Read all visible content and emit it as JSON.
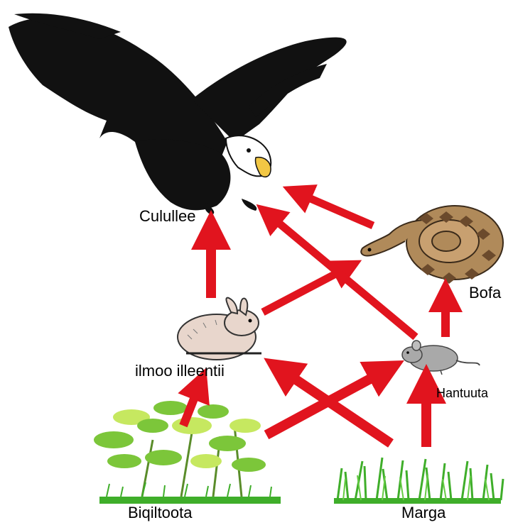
{
  "labels": {
    "eagle": "Culullee",
    "snake": "Bofa",
    "rabbit": "ilmoo illeentii",
    "mouse": "Hantuuta",
    "plant": "Biqiltoota",
    "grass": "Marga"
  },
  "colors": {
    "arrow": "#e1141e",
    "eagle_body": "#111111",
    "eagle_head": "#ffffff",
    "beak": "#f2c744",
    "snake_body": "#b08a5a",
    "snake_pattern": "#6b4a2c",
    "rabbit": "#e8d6cc",
    "mouse": "#a9a9a9",
    "plant_leaf": "#7cc63a",
    "plant_leaf_light": "#c6e860",
    "grass": "#3fae2a"
  },
  "icons": [
    "eagle-illustration",
    "snake-illustration",
    "rabbit-illustration",
    "mouse-illustration",
    "plant-illustration",
    "grass-illustration"
  ]
}
